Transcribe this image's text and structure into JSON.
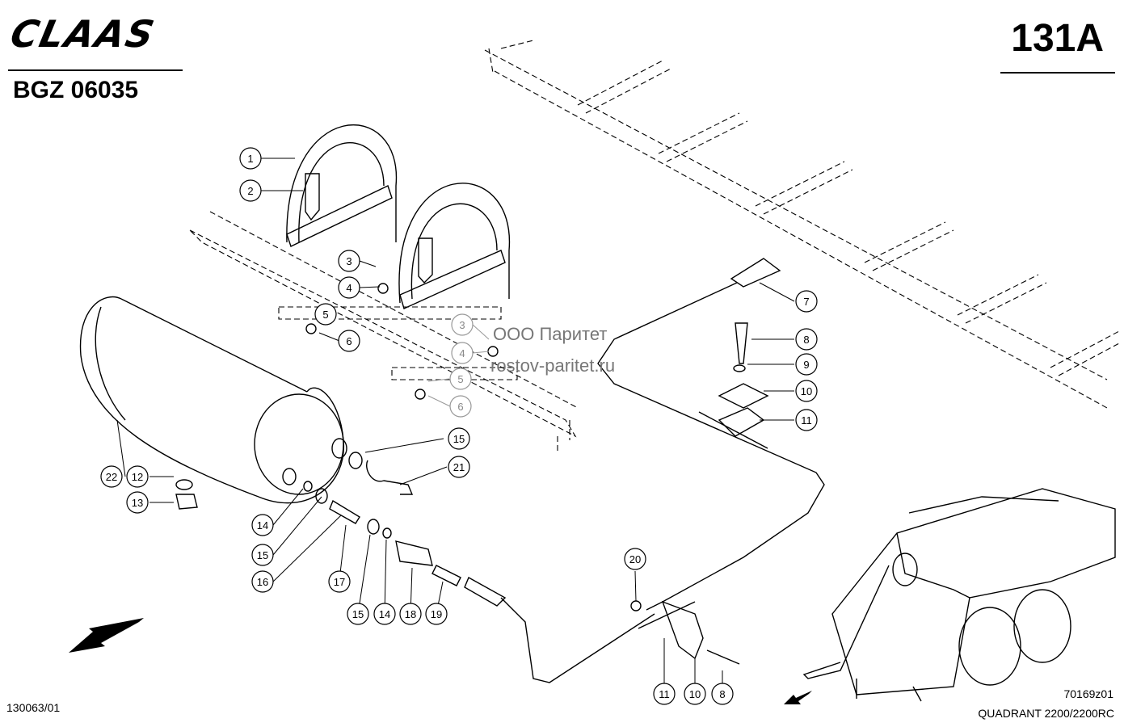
{
  "header": {
    "brand": "CLAAS",
    "catalog_number": "BGZ 06035",
    "page_number": "131A"
  },
  "watermark": {
    "company": "ООО Паритет",
    "website": "rostov-paritet.ru"
  },
  "footer": {
    "document_ref": "130063/01",
    "figure_ref": "70169z01",
    "machine_model": "QUADRANT 2200/2200RC"
  },
  "callouts": [
    "1",
    "2",
    "3",
    "4",
    "5",
    "6",
    "3",
    "4",
    "5",
    "6",
    "7",
    "8",
    "9",
    "10",
    "11",
    "12",
    "13",
    "14",
    "15",
    "16",
    "17",
    "15",
    "14",
    "18",
    "19",
    "20",
    "11",
    "10",
    "8",
    "22",
    "15",
    "21"
  ],
  "callout_faded_indices": [
    6,
    7,
    8,
    9
  ],
  "colors": {
    "ink": "#000000",
    "faded": "#999999",
    "paper": "#ffffff"
  }
}
